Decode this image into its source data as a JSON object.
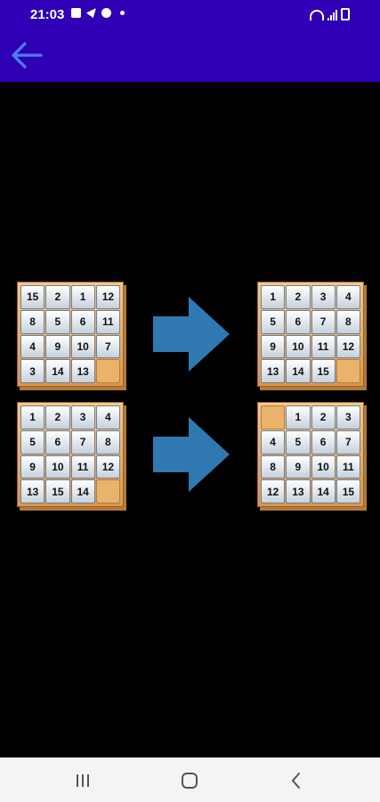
{
  "status_bar": {
    "time": "21:03",
    "left_icons": [
      "gallery-icon",
      "telegram-icon",
      "vpn-icon",
      "notification-dot-icon"
    ],
    "right_icons": [
      "wifi-icon",
      "signal-icon",
      "battery-icon"
    ]
  },
  "app_bar": {
    "back_icon": "arrow-left-icon",
    "color": "#2f00b5",
    "back_color": "#4a7ff0"
  },
  "puzzles": [
    {
      "before": [
        "15",
        "2",
        "1",
        "12",
        "8",
        "5",
        "6",
        "11",
        "4",
        "9",
        "10",
        "7",
        "3",
        "14",
        "13",
        ""
      ],
      "after": [
        "1",
        "2",
        "3",
        "4",
        "5",
        "6",
        "7",
        "8",
        "9",
        "10",
        "11",
        "12",
        "13",
        "14",
        "15",
        ""
      ]
    },
    {
      "before": [
        "1",
        "2",
        "3",
        "4",
        "5",
        "6",
        "7",
        "8",
        "9",
        "10",
        "11",
        "12",
        "13",
        "15",
        "14",
        ""
      ],
      "after": [
        "",
        "1",
        "2",
        "3",
        "4",
        "5",
        "6",
        "7",
        "8",
        "9",
        "10",
        "11",
        "12",
        "13",
        "14",
        "15"
      ]
    }
  ],
  "arrow_color": "#2f78b0",
  "nav_bar": {
    "buttons": [
      "recent-apps-icon",
      "home-icon",
      "back-icon"
    ]
  }
}
